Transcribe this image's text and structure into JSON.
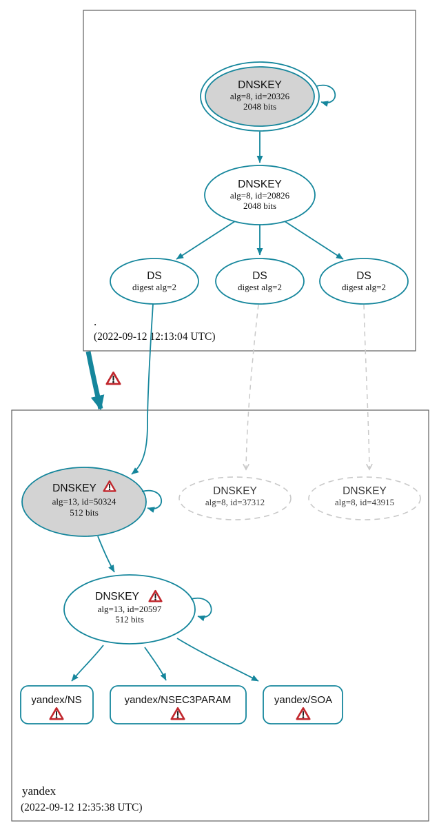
{
  "colors": {
    "teal": "#15869c",
    "nodefill": "#d3d3d3",
    "dash": "#c9c9c9",
    "warn": "#c1272d",
    "border": "#5f5f5f",
    "ink": "#111111"
  },
  "icons": {
    "warning": "warning-triangle-exclamation"
  },
  "root_zone": {
    "label": ".",
    "timestamp": "(2022-09-12 12:13:04 UTC)",
    "ksk": {
      "title": "DNSKEY",
      "detail": "alg=8, id=20326",
      "bits": "2048 bits"
    },
    "zsk": {
      "title": "DNSKEY",
      "detail": "alg=8, id=20826",
      "bits": "2048 bits"
    },
    "ds": [
      {
        "title": "DS",
        "detail": "digest alg=2"
      },
      {
        "title": "DS",
        "detail": "digest alg=2"
      },
      {
        "title": "DS",
        "detail": "digest alg=2"
      }
    ]
  },
  "yandex_zone": {
    "label": "yandex",
    "timestamp": "(2022-09-12 12:35:38 UTC)",
    "ksk": {
      "title": "DNSKEY",
      "detail": "alg=13, id=50324",
      "bits": "512 bits"
    },
    "missing_keys": [
      {
        "title": "DNSKEY",
        "detail": "alg=8, id=37312"
      },
      {
        "title": "DNSKEY",
        "detail": "alg=8, id=43915"
      }
    ],
    "zsk": {
      "title": "DNSKEY",
      "detail": "alg=13, id=20597",
      "bits": "512 bits"
    },
    "rrsets": [
      {
        "label": "yandex/NS"
      },
      {
        "label": "yandex/NSEC3PARAM"
      },
      {
        "label": "yandex/SOA"
      }
    ]
  }
}
